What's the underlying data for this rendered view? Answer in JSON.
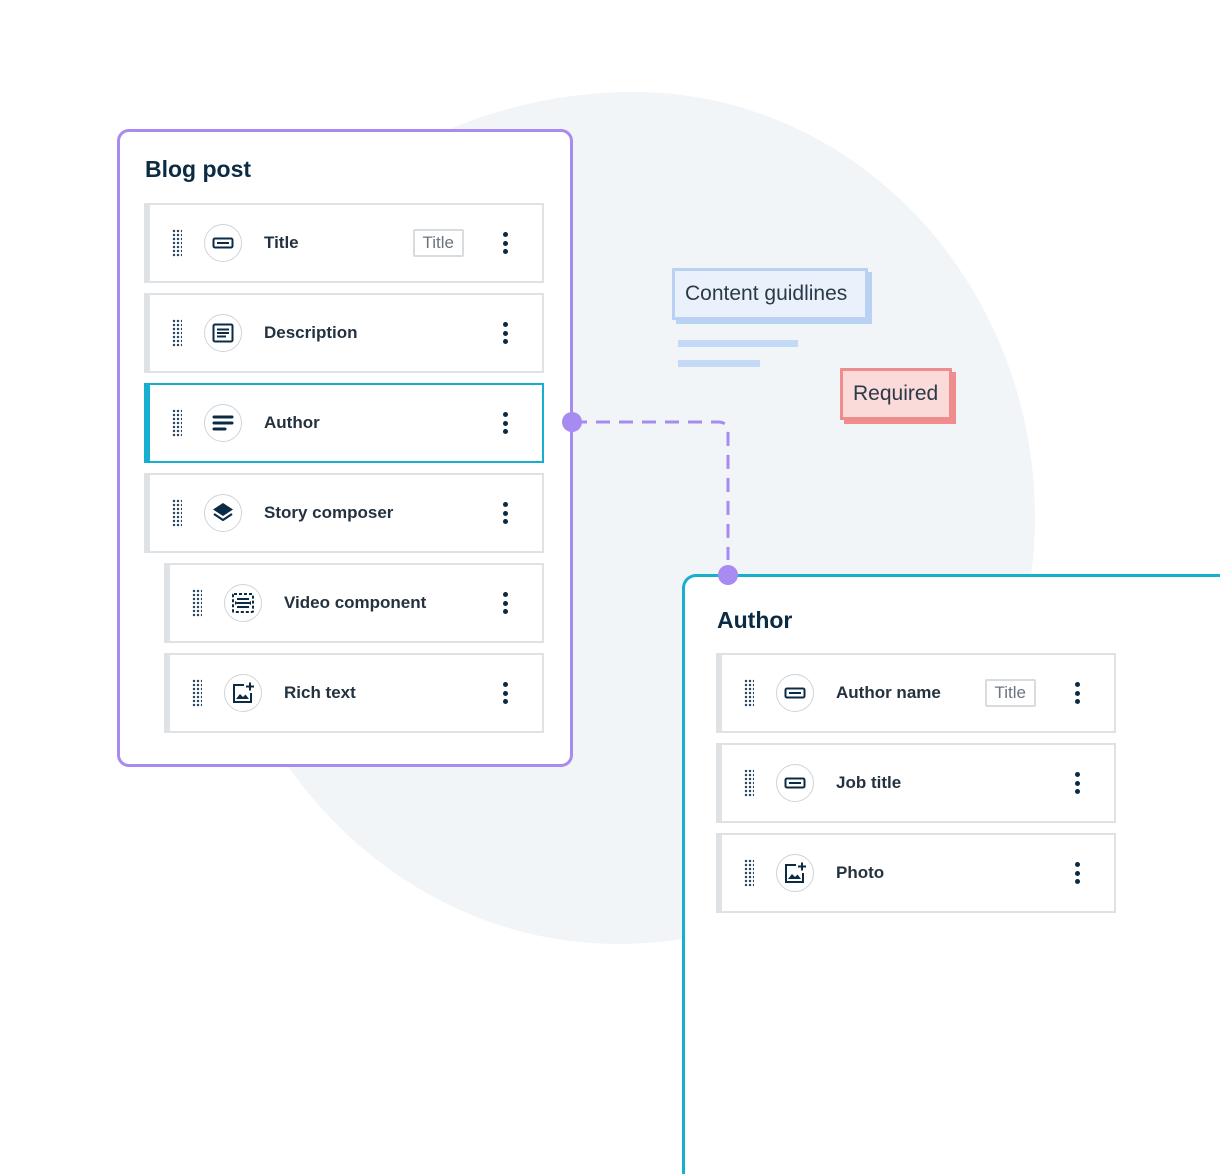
{
  "blog_post": {
    "title": "Blog post",
    "fields": [
      {
        "label": "Title",
        "icon": "text-field-icon",
        "tag": "Title",
        "active": false,
        "nested": false
      },
      {
        "label": "Description",
        "icon": "paragraph-icon",
        "tag": "",
        "active": false,
        "nested": false
      },
      {
        "label": "Author",
        "icon": "reference-icon",
        "tag": "",
        "active": true,
        "nested": false
      },
      {
        "label": "Story composer",
        "icon": "layers-icon",
        "tag": "",
        "active": false,
        "nested": false
      },
      {
        "label": "Video component",
        "icon": "video-icon",
        "tag": "",
        "active": false,
        "nested": true
      },
      {
        "label": "Rich text",
        "icon": "add-image-icon",
        "tag": "",
        "active": false,
        "nested": true
      }
    ]
  },
  "annotations": {
    "guidelines": "Content guidlines",
    "required": "Required"
  },
  "author": {
    "title": "Author",
    "fields": [
      {
        "label": "Author name",
        "icon": "text-field-icon",
        "tag": "Title"
      },
      {
        "label": "Job title",
        "icon": "text-field-icon",
        "tag": ""
      },
      {
        "label": "Photo",
        "icon": "add-image-icon",
        "tag": ""
      }
    ]
  },
  "colors": {
    "blog_panel_border": "#a88bf1",
    "author_panel_border": "#17afcf",
    "active_row": "#17afcf",
    "guidelines_card": "#b9d1f3",
    "required_card": "#ef8c8c",
    "background_blob": "#f1f5f8",
    "text_dark": "#0b2b45"
  }
}
